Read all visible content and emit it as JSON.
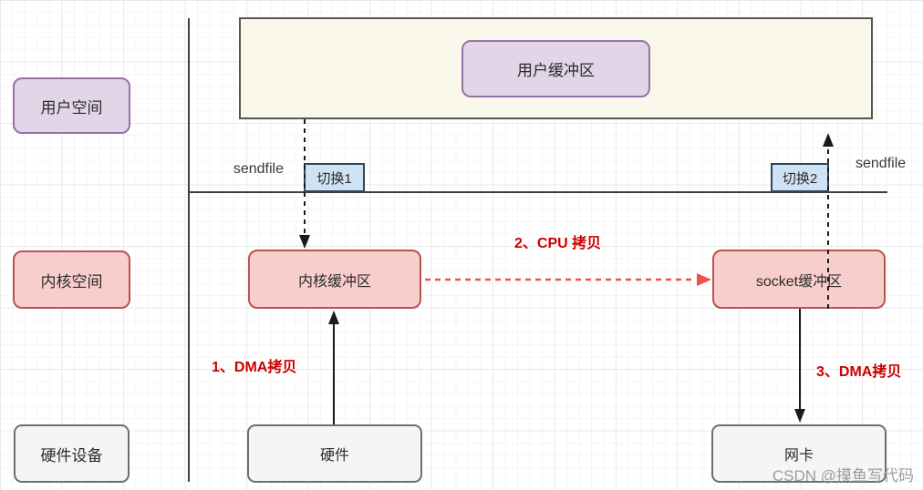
{
  "diagram": {
    "lane_labels": {
      "user_space": "用户空间",
      "kernel_space": "内核空间",
      "hardware_device": "硬件设备"
    },
    "nodes": {
      "user_buffer": "用户缓冲区",
      "kernel_buffer": "内核缓冲区",
      "socket_buffer": "socket缓冲区",
      "hardware": "硬件",
      "nic": "网卡"
    },
    "switches": {
      "switch1": "切换1",
      "switch2": "切换2"
    },
    "syscall_labels": {
      "left": "sendfile",
      "right": "sendfile"
    },
    "copy_steps": {
      "step1": "1、DMA拷贝",
      "step2": "2、CPU 拷贝",
      "step3": "3、DMA拷贝"
    },
    "colors": {
      "lavender_fill": "#e1d5e7",
      "lavender_border": "#9673a6",
      "pink_fill": "#f8cecc",
      "pink_border": "#b85450",
      "gray_fill": "#f5f5f5",
      "gray_border": "#6e6e6e",
      "blue_fill": "#cfe2f3",
      "blue_border": "#32455c",
      "cream_fill": "#faf8ea",
      "cream_border": "#57564f",
      "red_text": "#cc0000",
      "red_arrow": "#e8534e",
      "line_color": "#3f3f3f"
    },
    "watermark": "CSDN @摸鱼写代码"
  }
}
